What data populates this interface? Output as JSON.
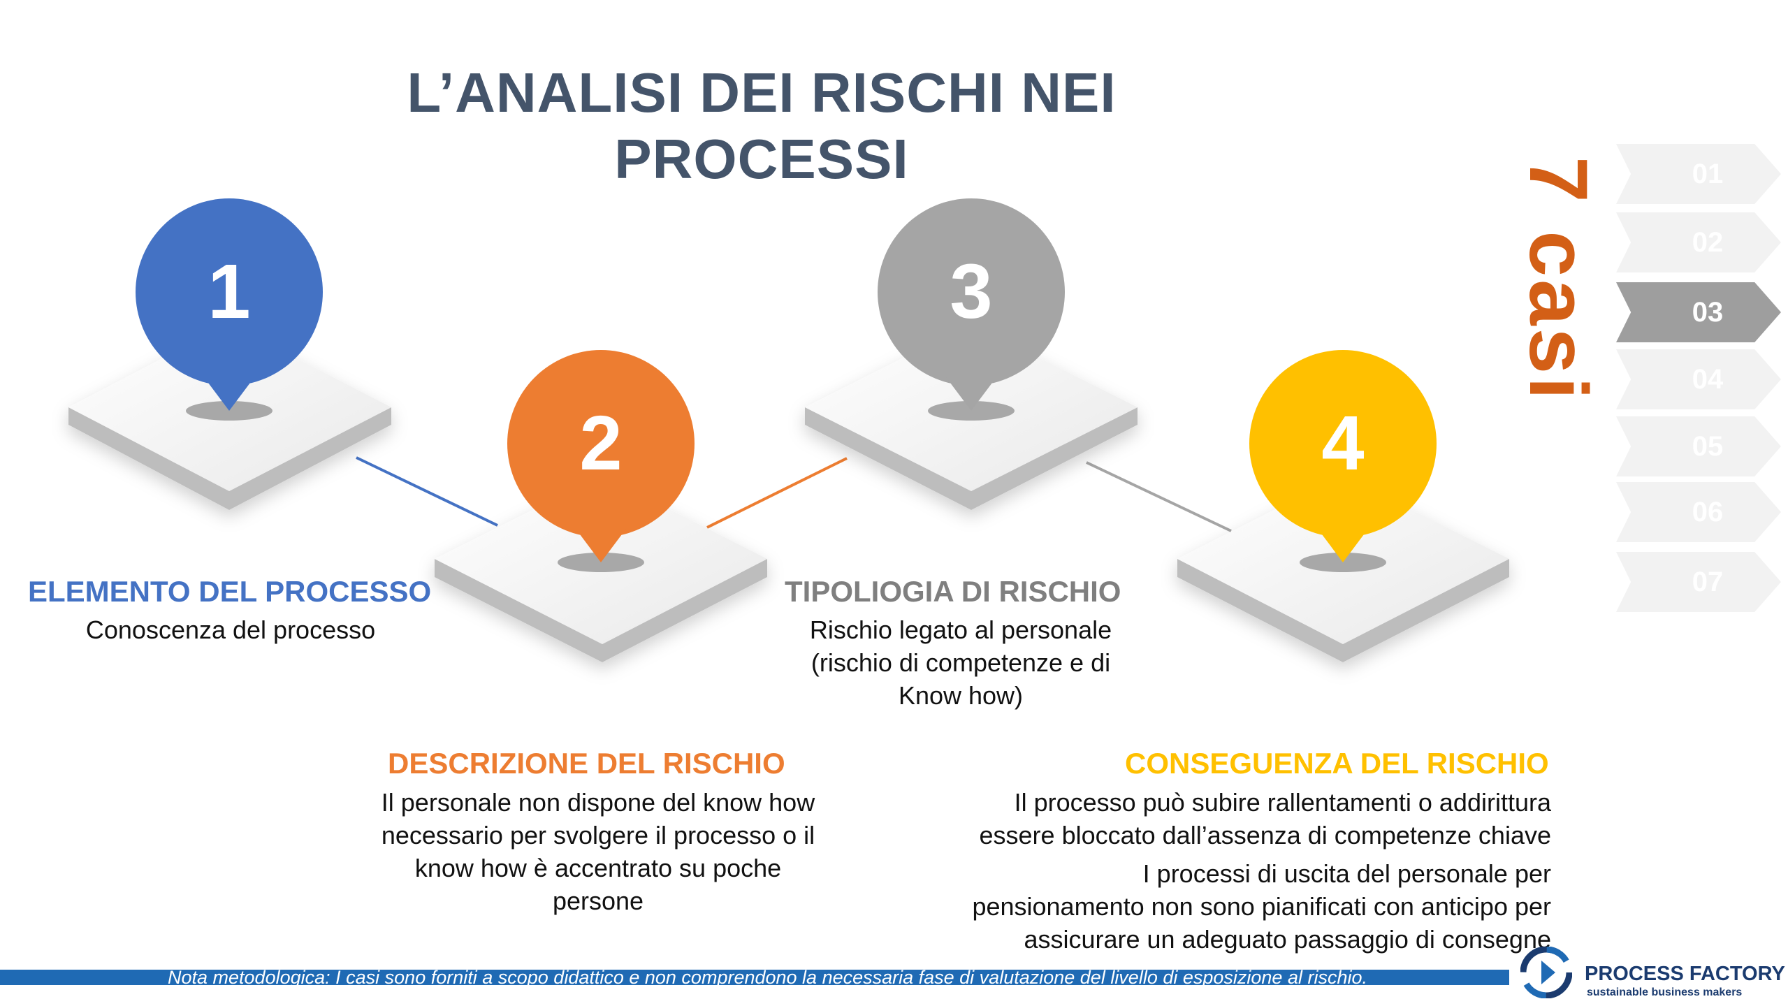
{
  "title": {
    "line1": "L’ANALISI DEI RISCHI NEI",
    "line2": "PROCESSI"
  },
  "colors": {
    "title": "#44546A",
    "step1": "#4472C4",
    "step2": "#ED7D31",
    "step3": "#A5A5A5",
    "step4": "#FFC000",
    "accent": "#D35F16",
    "footer": "#1F6AB4"
  },
  "steps": [
    {
      "number": "1",
      "icon": "map-pin-icon"
    },
    {
      "number": "2",
      "icon": "map-pin-icon"
    },
    {
      "number": "3",
      "icon": "map-pin-icon"
    },
    {
      "number": "4",
      "icon": "map-pin-icon"
    }
  ],
  "blocks": {
    "elemento": {
      "heading": "ELEMENTO DEL PROCESSO",
      "lines": [
        "Conoscenza del processo"
      ]
    },
    "descrizione": {
      "heading": "DESCRIZIONE DEL RISCHIO",
      "lines": [
        "Il personale non dispone del know how",
        "necessario per svolgere il processo o il",
        "know how è accentrato su poche",
        "persone"
      ]
    },
    "tipologia": {
      "heading": "TIPOLIOGIA DI RISCHIO",
      "lines": [
        "Rischio legato al personale",
        "(rischio di competenze e di",
        "Know how)"
      ]
    },
    "conseguenza": {
      "heading": "CONSEGUENZA DEL RISCHIO",
      "lines": [
        "Il processo può subire rallentamenti o addirittura",
        "essere bloccato dall’assenza di competenze chiave"
      ],
      "lines2": [
        "I processi di uscita del personale per",
        "pensionamento non sono pianificati con anticipo per",
        "assicurare un adeguato passaggio di consegne"
      ]
    }
  },
  "side": {
    "label": "7 casi",
    "items": [
      "01",
      "02",
      "03",
      "04",
      "05",
      "06",
      "07"
    ],
    "active": "03"
  },
  "footer": {
    "note": "Nota metodologica: I casi sono forniti a scopo didattico e non comprendono la necessaria fase di valutazione del livello di esposizione al rischio.",
    "logo_name": "PROCESS FACTORY",
    "logo_tagline": "sustainable business makers",
    "logo_icon": "process-factory-logo-icon"
  }
}
